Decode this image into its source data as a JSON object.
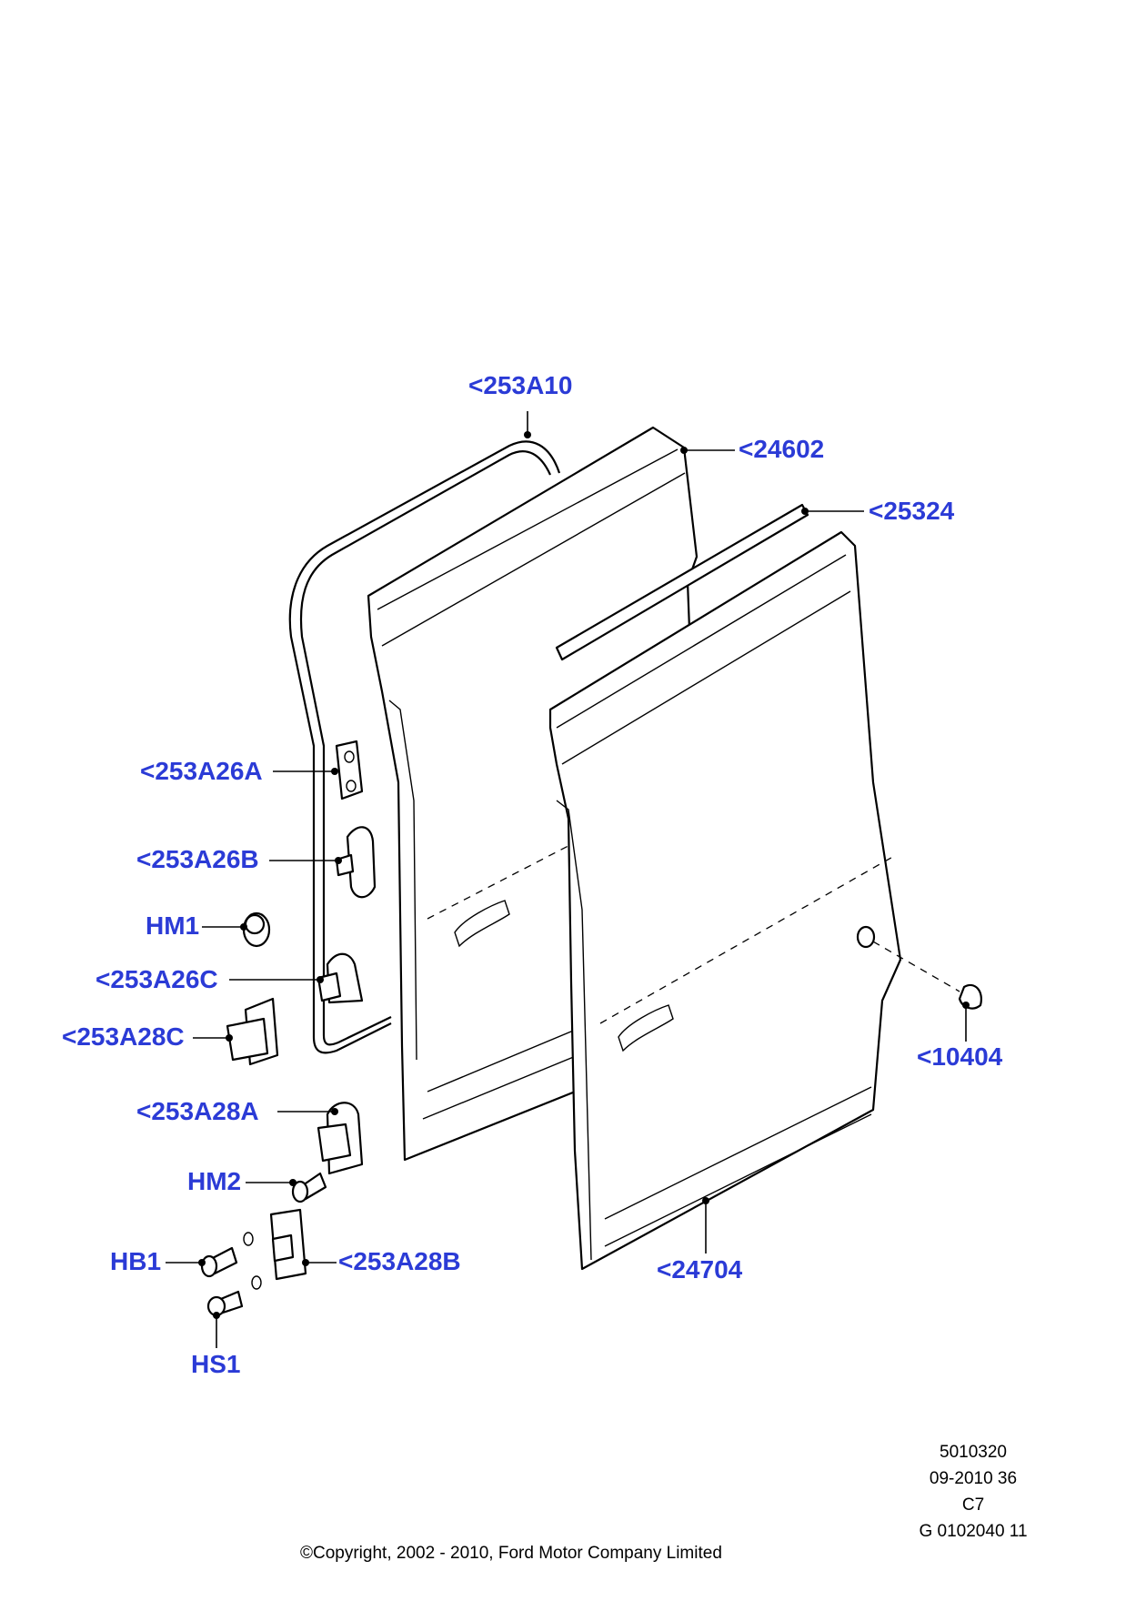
{
  "callouts": {
    "c253A10": "<253A10",
    "c24602": "<24602",
    "c25324": "<25324",
    "c253A26A": "<253A26A",
    "c253A26B": "<253A26B",
    "hm1": "HM1",
    "c253A26C": "<253A26C",
    "c253A28C": "<253A28C",
    "c10404": "<10404",
    "c253A28A": "<253A28A",
    "hm2": "HM2",
    "hb1": "HB1",
    "c253A28B": "<253A28B",
    "c24704": "<24704",
    "hs1": "HS1"
  },
  "footer": {
    "ref_lines": [
      "5010320",
      "09-2010 36",
      "C7",
      "G 0102040 11"
    ],
    "copyright": "©Copyright, 2002 - 2010, Ford Motor Company Limited"
  },
  "colors": {
    "callout": "#2b3bd6",
    "line": "#000000",
    "background": "#ffffff"
  }
}
